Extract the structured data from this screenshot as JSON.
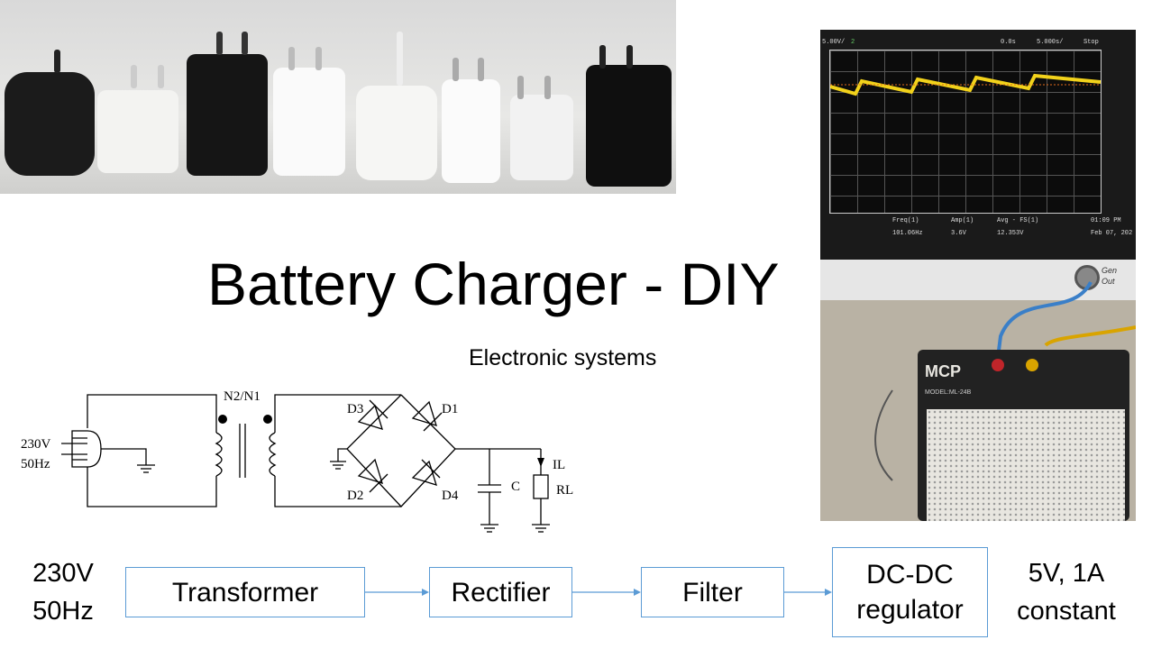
{
  "slide": {
    "title": "Battery Charger - DIY",
    "subtitle": "Electronic systems"
  },
  "photos": {
    "chargers": {
      "icon": "usb-chargers-photo"
    },
    "oscilloscope": {
      "scale": "5.00V/",
      "channel": "2",
      "time_offset": "0.0s",
      "time_div": "5.000s/",
      "state": "Stop",
      "measurements": [
        {
          "label": "Freq(1)",
          "value": "101.06Hz"
        },
        {
          "label": "Amp(1)",
          "value": "3.6V"
        },
        {
          "label": "Avg - FS(1)",
          "value": "12.353V"
        }
      ],
      "clock": "01:09 PM",
      "date": "Feb 07, 202",
      "gen_out": "Gen Out",
      "board_brand": "MCP",
      "board_model": "MODEL:ML-24B",
      "trace_color": "#f2d21b"
    }
  },
  "circuit": {
    "ratio": "N2/N1",
    "source_voltage": "230V",
    "source_freq": "50Hz",
    "diodes": [
      "D1",
      "D2",
      "D3",
      "D4"
    ],
    "capacitor": "C",
    "load_current": "IL",
    "load_resistor": "RL"
  },
  "block_diagram": {
    "input": [
      "230V",
      "50Hz"
    ],
    "blocks": [
      "Transformer",
      "Rectifier",
      "Filter",
      "DC-DC regulator"
    ],
    "output": [
      "5V, 1A",
      "constant"
    ],
    "border_color": "#5b9bd5"
  }
}
